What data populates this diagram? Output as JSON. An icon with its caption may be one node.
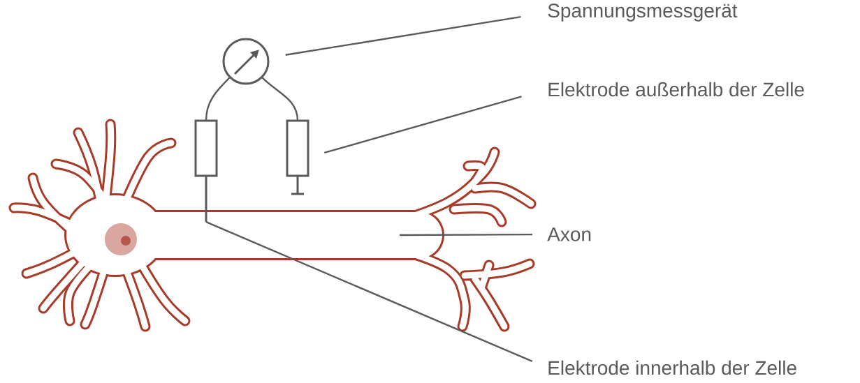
{
  "diagram": {
    "nodes": [
      {
        "text": [
          "Spannungsmessgerät"
        ]
      },
      {
        "text": [],
        "shape": "circle"
      },
      {
        "text": [
          "Elektrode außerhalb der Zelle"
        ]
      },
      {
        "text": [],
        "shape": "box"
      },
      {
        "text": [],
        "shape": "box"
      },
      {
        "text": [
          "Axon"
        ]
      },
      {
        "text": [
          "Elektrode innerhalb der Zelle"
        ]
      }
    ],
    "edges": [
      {
        "from": 0,
        "to": 1,
        "arrow": "none"
      },
      {
        "from": 2,
        "to": 4,
        "arrow": "none"
      },
      {
        "from": 5,
        "to": null,
        "arrow": "none"
      },
      {
        "from": 6,
        "to": 3,
        "arrow": "none"
      },
      {
        "from": 1,
        "to": 3,
        "arrow": "none"
      },
      {
        "from": 1,
        "to": 4,
        "arrow": "none"
      }
    ]
  }
}
